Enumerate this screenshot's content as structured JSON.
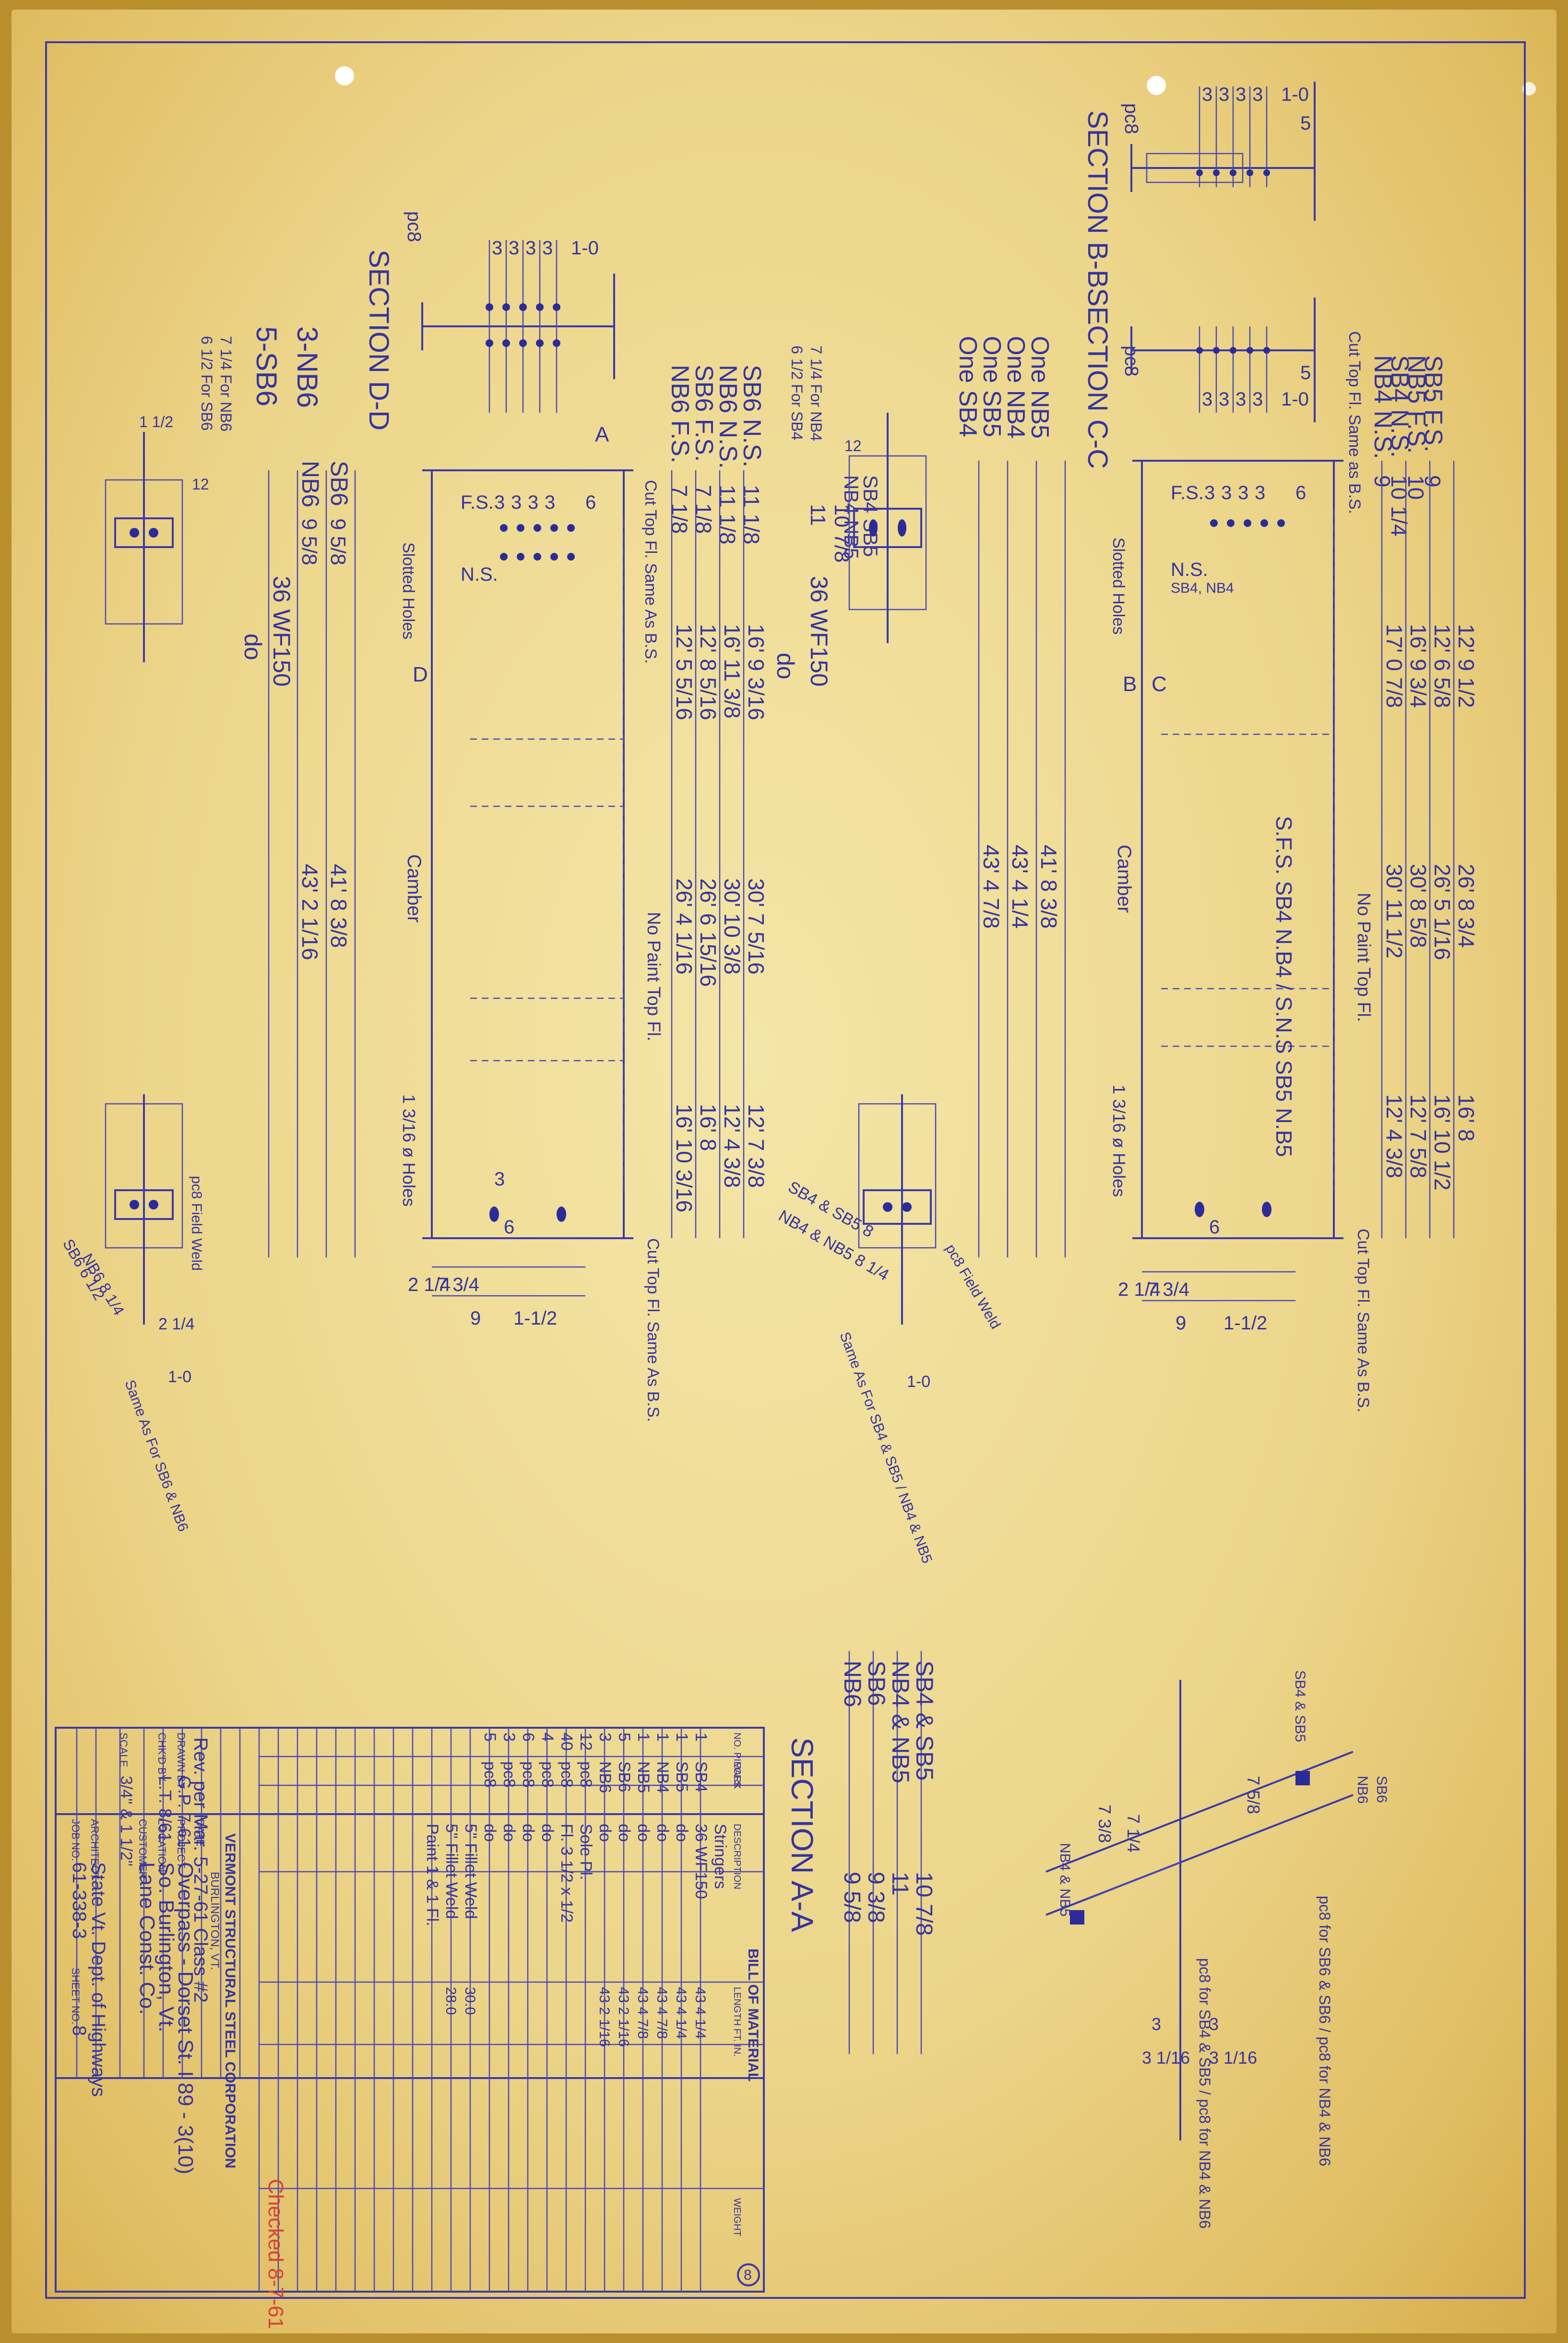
{
  "sheet_number_circle": "8",
  "top_right": {
    "section_bb": "SECTION B-B",
    "pc8": "pc8",
    "dims": [
      "3",
      "3",
      "3",
      "3",
      "1-0",
      "5",
      "3"
    ],
    "section_cc": "SECTION C-C",
    "pc8_cc": "pc8",
    "dims_cc": [
      "3",
      "3",
      "3",
      "3",
      "1-0",
      "5",
      "3"
    ],
    "cut_top_fl": "Cut Top Fl. Same as B.S.",
    "lengths": [
      "SB5 F.S.",
      "NB5 F.S.",
      "SB4 N.S.",
      "NB4 N.S."
    ],
    "len_vals": [
      "9",
      "10",
      "10 1/4",
      "9"
    ],
    "piece_list": [
      "One SB4",
      "One SB5",
      "One NB4",
      "One NB5"
    ],
    "shape": "36 WF150",
    "do": "do"
  },
  "top_left": {
    "section_dd": "SECTION D-D",
    "pc8": "pc8",
    "dims": [
      "3",
      "3",
      "3",
      "3",
      "1-0"
    ],
    "piece_list": [
      "5-SB6",
      "3-NB6"
    ],
    "lengths": [
      "SB6 N.S.",
      "NB6 N.S.",
      "SB6 F.S.",
      "NB6 F.S."
    ],
    "len_vals": [
      "11 1/8",
      "11 1/8",
      "7 1/8",
      "7 1/8"
    ],
    "cut_top_fl": "Cut Top Fl. Same As B.S.",
    "shape": "36 WF150",
    "do": "do"
  },
  "left_beam": {
    "marks": [
      "SB6",
      "NB6"
    ],
    "heights": [
      "9 5/8",
      "9 5/8"
    ],
    "fs": "F.S.",
    "ns": "N.S.",
    "spacing": [
      "3",
      "3",
      "3",
      "3",
      "6"
    ],
    "slotted_holes": "Slotted Holes",
    "camber": "Camber",
    "no_paint": "No Paint Top Fl.",
    "section_mark_d": "D",
    "section_mark_a": "A",
    "dims_right": [
      "16' 9 3/16",
      "16' 11 3/8",
      "12' 8 5/16",
      "12' 5 5/16",
      "30' 7 5/16",
      "30' 10 3/8",
      "26' 6 15/16",
      "26' 4 1/16",
      "12' 7 3/8",
      "12' 4 3/8",
      "16' 8",
      "16' 10 3/16"
    ],
    "dims_left": [
      "41' 8 3/8",
      "43' 2 1/16"
    ],
    "holes": "1 3/16 ø Holes",
    "bottom_dims": [
      "9",
      "1-1/2",
      "7 3/4",
      "2 1/4",
      "3",
      "6"
    ],
    "cut_top_fl_bottom": "Cut Top Fl. Same As B.S."
  },
  "right_beam": {
    "marks": [
      "SB4 SB5",
      "NB4 NB5"
    ],
    "heights": [
      "10 7/8",
      "11"
    ],
    "fs": "F.S.",
    "ns": "N.S.",
    "ns_sub": "SB4, NB4",
    "spacing": [
      "3",
      "3",
      "3",
      "3",
      "6"
    ],
    "slotted_holes": "Slotted Holes",
    "camber": "Camber",
    "no_paint": "No Paint Top Fl.",
    "section_mark_b": "B",
    "section_mark_c": "C",
    "dims_right": [
      "12' 9 1/2",
      "12' 6 5/8",
      "16' 9 3/4",
      "17' 0 7/8",
      "26' 8 3/4",
      "26' 5 1/16",
      "30' 8 5/8",
      "30' 11 1/2",
      "16' 8",
      "16' 10 1/2",
      "12' 7 5/8",
      "12' 4 3/8"
    ],
    "dims_left": [
      "41' 8 3/8",
      "43' 4 1/4",
      "43' 4 7/8"
    ],
    "ref": "S.F.S. SB4 N.B4 / S.N.S SB5 N.B5",
    "holes": "1 3/16 ø Holes",
    "bottom_dims": [
      "9",
      "1-1/2",
      "7 3/4",
      "2 1/4",
      "6"
    ],
    "cut_top_fl_bottom": "Cut Top Fl. Same As B.S.",
    "sections": [
      "36 WF150",
      "do"
    ]
  },
  "section_aa": {
    "title": "SECTION A-A",
    "marks": [
      "SB4 & SB5",
      "NB4 & NB5",
      "SB6",
      "NB6"
    ],
    "heights": [
      "10 7/8",
      "11",
      "9 3/8",
      "9 5/8"
    ],
    "dims": [
      "7 3/8",
      "7 1/4",
      "7 5/8",
      "3",
      "3",
      "3 1/16",
      "3 1/16"
    ],
    "labels": [
      "NB4 & NB5",
      "SB4 & SB5",
      "NB6",
      "SB6"
    ],
    "notes": [
      "pc8 for SB4 & SB5 / pc8 for NB4 & NB6",
      "pc8 for SB6 & SB6 / pc8 for NB4 & NB6"
    ]
  },
  "title_block": {
    "company": "VERMONT STRUCTURAL STEEL CORPORATION",
    "city": "BURLINGTON, VT.",
    "project_label": "PROJECT",
    "project": "Overpass - Dorset St. I 89 - 3(10)",
    "location_label": "LOCATION",
    "location": "So. Burlington, Vt.",
    "customer_label": "CUSTOMER",
    "customer": "Lane Const. Co.",
    "architect_label": "ARCHITECT",
    "architect": "State Vt. Dept. of Highways",
    "job_label": "JOB NO.",
    "job": "61-338-3",
    "sheet_label": "SHEET NO.",
    "sheet": "8",
    "drawn_label": "DRAWN BY",
    "drawn": "G.P. 7-61",
    "checked_label": "CHK'D BY",
    "checked": "L.T. 8/61",
    "date_label": "DATE",
    "revised": "Rev. per Mar. 5-27-61 Class #2",
    "scale_label": "SCALE",
    "scale": "3/4\" & 1 1/2\"",
    "bill_title": "BILL OF MATERIAL",
    "cols": [
      "NO. PIECES",
      "MARK",
      "DESCRIPTION",
      "LENGTH FT. IN.",
      "WEIGHT"
    ],
    "rows": [
      [
        "",
        "",
        "Stringers",
        "",
        ""
      ],
      [
        "1",
        "SB4",
        "36 WF150",
        "43 4 1/4",
        ""
      ],
      [
        "1",
        "SB5",
        "do",
        "43 4 1/4",
        ""
      ],
      [
        "1",
        "NB4",
        "do",
        "43 4 7/8",
        ""
      ],
      [
        "1",
        "NB5",
        "do",
        "43 4 7/8",
        ""
      ],
      [
        "5",
        "SB6",
        "do",
        "43 2 1/16",
        ""
      ],
      [
        "3",
        "NB6",
        "do",
        "43 2 1/16",
        ""
      ],
      [
        "12",
        "pc8",
        "Sole Pl.",
        "",
        ""
      ],
      [
        "40",
        "pc8",
        "Fl. 3 1/2 x 1/2",
        "",
        ""
      ],
      [
        "4",
        "pc8",
        "do",
        "",
        ""
      ],
      [
        "6",
        "pc8",
        "do",
        "",
        ""
      ],
      [
        "3",
        "pc8",
        "do",
        "",
        ""
      ],
      [
        "5",
        "pc8",
        "do",
        "",
        ""
      ],
      [
        "",
        "",
        "5\" Fillet Weld",
        "30.0",
        ""
      ],
      [
        "",
        "",
        "5\" Fillet Weld",
        "28.0",
        ""
      ],
      [
        "",
        "",
        "Paint 1 & 1 Fl.",
        "",
        ""
      ]
    ],
    "checked_stamp": "Checked 8-7-61"
  },
  "detail_left": {
    "labels": [
      "6 1/2 For SB6",
      "7 1/4 For NB6",
      "1 1/2",
      "12"
    ],
    "bottom_labels": [
      "SB6 6 1/2",
      "NB6 8 1/4",
      "2 1/4",
      "1-0",
      "pc8 Field Weld",
      "Same As For SB6 & NB6"
    ]
  },
  "detail_right": {
    "labels": [
      "6 1/2 For SB4",
      "7 1/4 For NB4",
      "12"
    ],
    "bottom_labels": [
      "SB4 & SB5 8",
      "NB4 & NB5 8 1/4",
      "1-0",
      "pc8 Field Weld",
      "Same As For SB4 & SB5 / NB4 & NB5"
    ]
  }
}
